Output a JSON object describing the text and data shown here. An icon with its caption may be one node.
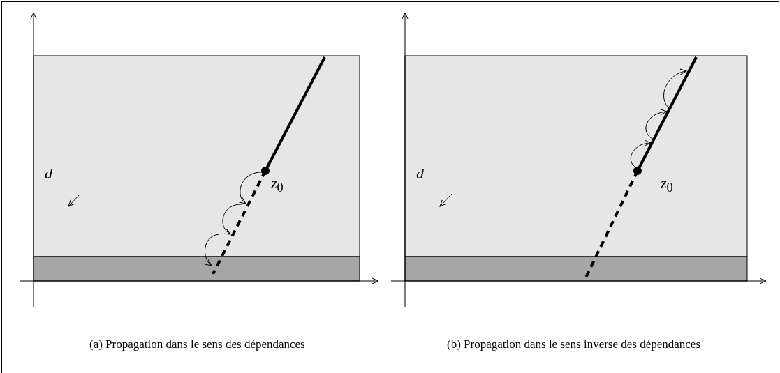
{
  "diagram": {
    "labels": [
      "*d*",
      "*z*$_{0}$",
      "*d*",
      "*z*$_{0}$",
      "(a) Propagation dans le sens des dépendances",
      "(b) Propagation dans le sens inverse des dépendances"
    ]
  }
}
